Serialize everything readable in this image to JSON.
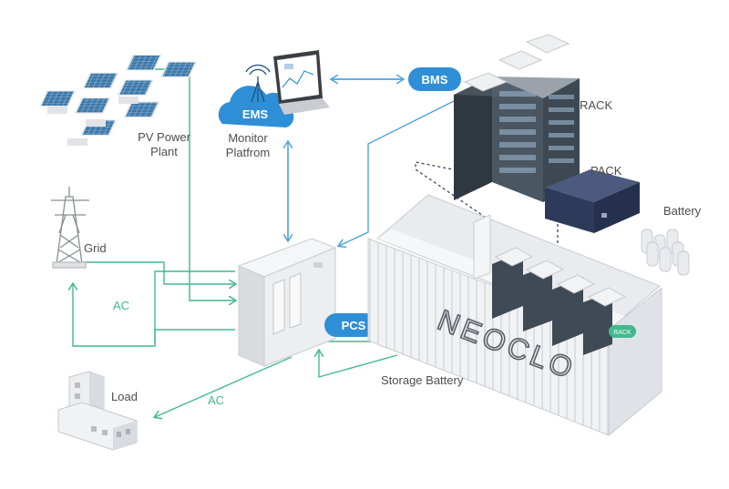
{
  "labels": {
    "pv": [
      "PV Power",
      "Plant"
    ],
    "monitor": [
      "Monitor",
      "Platfrom"
    ],
    "grid": "Grid",
    "ac_grid": "AC",
    "ac_load": "AC",
    "load": "Load",
    "storage": "Storage Battery",
    "rack": "RACK",
    "pack": "PACK",
    "battery": "Battery"
  },
  "tags": {
    "ems": "EMS",
    "bms": "BMS",
    "pcs": "PCS",
    "rack_badge": "RACK"
  },
  "container_brand": "NEOCLO",
  "colors": {
    "tag_blue": "#2f8fd6",
    "ac_green": "#41b98e",
    "comm_blue": "#4aa3df",
    "rack_dark": "#3c4750",
    "pack_navy": "#2e3a5a"
  }
}
